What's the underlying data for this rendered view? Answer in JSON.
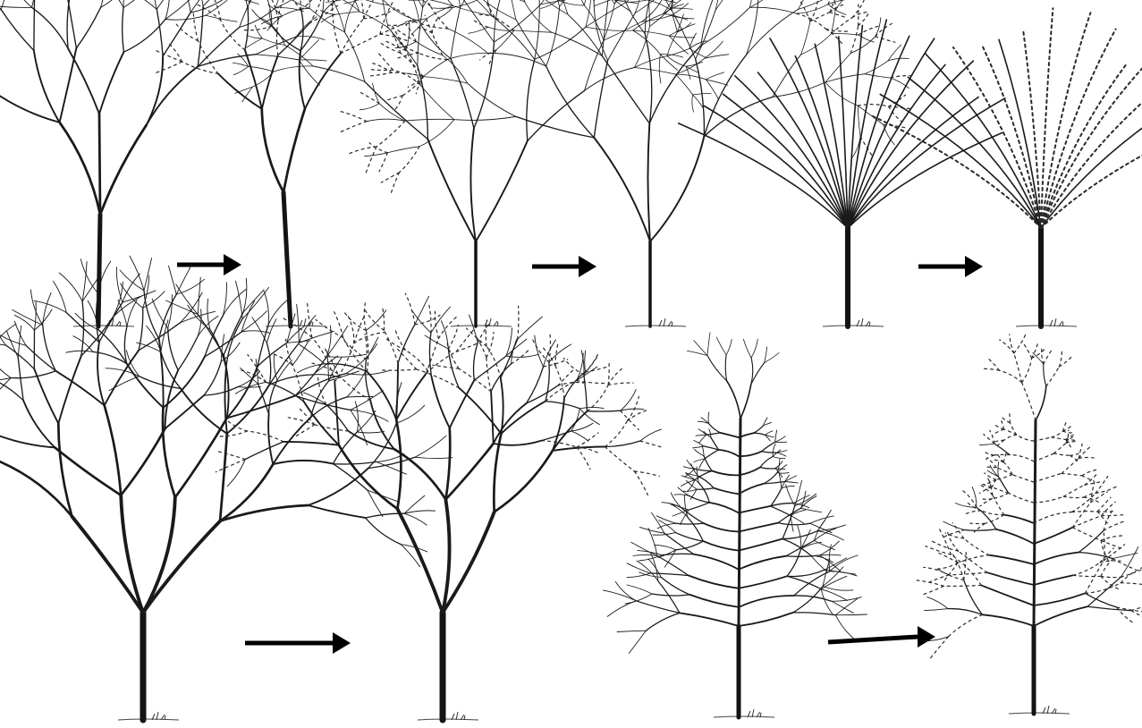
{
  "diagram": {
    "description_items": [
      {
        "id": "pair-1",
        "before": "tree-1-before",
        "after": "tree-1-after"
      },
      {
        "id": "pair-2",
        "before": "tree-2-before",
        "after": "tree-2-after"
      },
      {
        "id": "pair-3",
        "before": "tree-3-before",
        "after": "tree-3-after"
      },
      {
        "id": "pair-4",
        "before": "tree-4-before",
        "after": "tree-4-after"
      },
      {
        "id": "pair-5",
        "before": "tree-5-before",
        "after": "tree-5-after"
      }
    ],
    "icons": {
      "arrow": "right-arrow-icon",
      "tree": "tree-illustration",
      "pruned_branch": "dashed-branch-line"
    },
    "colors": {
      "ink": "#1a1a1a",
      "background": "#ffffff"
    }
  }
}
